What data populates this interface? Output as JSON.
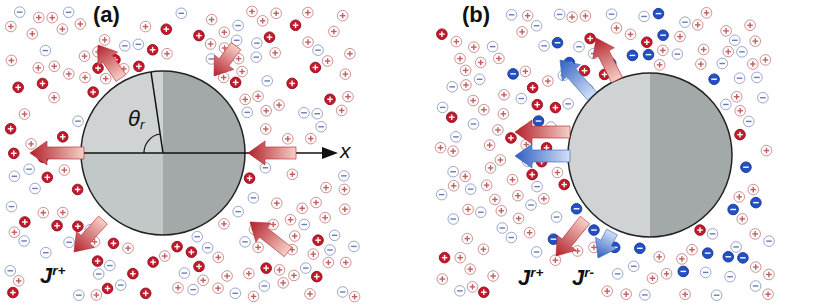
{
  "diagram": {
    "labels": [
      "(a)",
      "θr",
      "x",
      "Jr+",
      "(b)",
      "Jr+",
      "Jr-"
    ]
  }
}
